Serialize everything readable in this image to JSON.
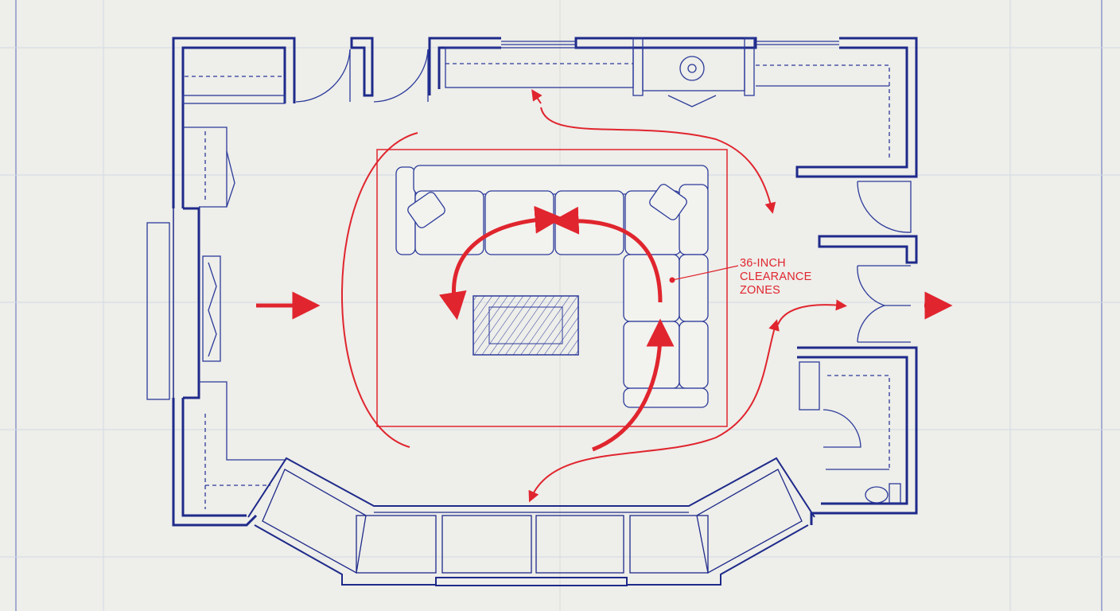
{
  "annotation": {
    "lines": [
      "36-INCH",
      "CLEARANCE",
      "ZONES"
    ]
  },
  "colors": {
    "paper": "#eeeeea",
    "ink_blue": "#1e2a8a",
    "ink_red": "#e0252e",
    "grid": "#c9d3e0"
  }
}
